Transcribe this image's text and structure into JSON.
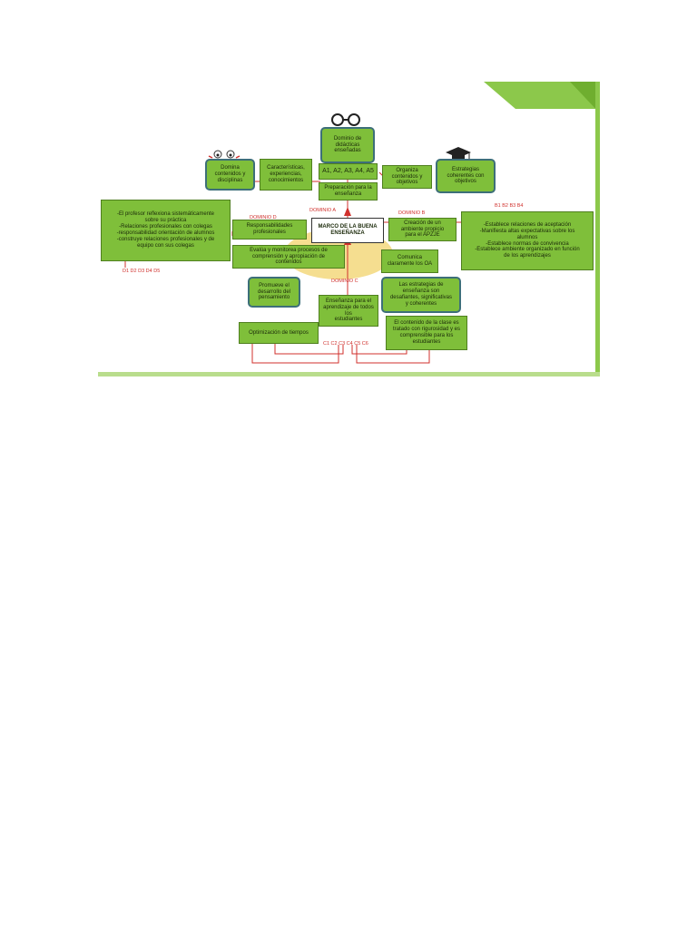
{
  "colors": {
    "box_fill": "#7fbf3a",
    "connector": "#d0312d",
    "glow": "#f2d36b",
    "frame": "#8cc84b"
  },
  "icons": [
    "glasses-icon",
    "face-icon",
    "graduation-cap-icon"
  ],
  "center": "MARCO DE LA BUENA\nENSEÑANZA",
  "domains": {
    "a": "DOMINIO   A",
    "b": "DOMINIO B",
    "c": "DOMINIO C",
    "d": "DOMINIO D"
  },
  "domain_a": {
    "top": "Dominio de\ndidácticas\nenseñadas",
    "left1": "Domina\ncontenidos y\ndisciplinas",
    "left2": "Características,\nexperiencias,\nconocimientos",
    "criteria": "A1, A2, A3, A4, A5",
    "right1": "Organiza\ncontenidos y\nobjetivos",
    "right2": "Estrategias\ncoherentes con\nobjetivos",
    "prep": "Preparación para la\nenseñanza"
  },
  "domain_b": {
    "title": "Creación de un\nambiente propicio\npara el APZJE",
    "codes": "B1 B2 B3 B4",
    "list": "-Establece relaciones de aceptación\n-Manifiesta altas expectativas sobre los\nalumnos\n-Establece normas de convivencia\n-Establece ambiente organizado en función\nde los aprendizajes"
  },
  "domain_d": {
    "title": "Responsabilidades\nprofesionales",
    "codes": "D1 D2 D3 D4 D5",
    "list": "-El profesor reflexiona sistemáticamente\nsobre su práctica\n-Relaciones profesionales con colegas\n-responsabilidad orientación de alumnos\n-construye relaciones profesionales y de\nequipo con sus colegas"
  },
  "domain_c": {
    "title": "Enseñanza para el\naprendizaje de todos los\nestudiantes",
    "codes": "C1 C2 C3 C4 C5 C6",
    "evalua": "Evalúa y monitorea procesos de\ncomprensión y apropiación de\ncontenidos",
    "promueve": "Promueve el\ndesarrollo del\npensamiento",
    "optim": "Optimización de tiempos",
    "comunica": "Comunica\nclaramente los OA",
    "estrategias": "Las estrategias de\nenseñanza son\ndesafiantes, significativas\ny coherentes",
    "contenido": "El contenido de la clase es\ntratado con rigurosidad y es\ncomprensible para los\nestudiantes"
  }
}
